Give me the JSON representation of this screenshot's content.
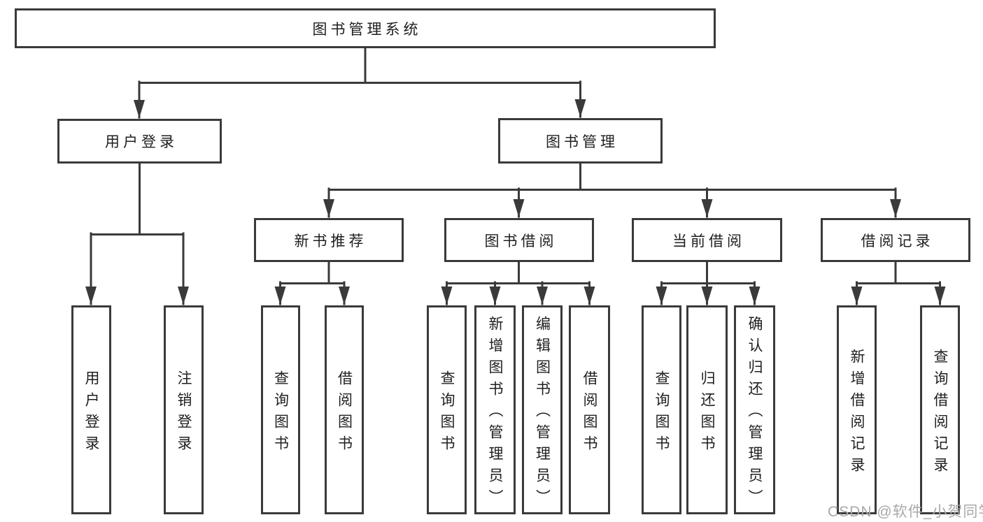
{
  "diagram": {
    "type": "hierarchy-flowchart",
    "colors": {
      "background": "#ffffff",
      "line": "#3a3a3a",
      "box_border": "#3a3a3a",
      "text": "#1f1f1f",
      "watermark": "#a9a9a9"
    },
    "nodes": {
      "root": "图书管理系统",
      "user_login": "用户登录",
      "book_management": "图书管理",
      "new_book_recommendation": "新书推荐",
      "book_borrowing": "图书借阅",
      "current_borrowing": "当前借阅",
      "borrowing_records": "借阅记录"
    },
    "leaves": [
      {
        "parent": "用户登录",
        "label": "用户登录"
      },
      {
        "parent": "用户登录",
        "label": "注销登录"
      },
      {
        "parent": "新书推荐",
        "label": "查询图书"
      },
      {
        "parent": "新书推荐",
        "label": "借阅图书"
      },
      {
        "parent": "图书借阅",
        "label": "查询图书"
      },
      {
        "parent": "图书借阅",
        "label": "新增图书（管理员）"
      },
      {
        "parent": "图书借阅",
        "label": "编辑图书（管理员）"
      },
      {
        "parent": "图书借阅",
        "label": "借阅图书"
      },
      {
        "parent": "当前借阅",
        "label": "查询图书"
      },
      {
        "parent": "当前借阅",
        "label": "归还图书"
      },
      {
        "parent": "当前借阅",
        "label": "确认归还（管理员）"
      },
      {
        "parent": "借阅记录",
        "label": "新增借阅记录"
      },
      {
        "parent": "借阅记录",
        "label": "查询借阅记录"
      }
    ],
    "watermark": "CSDN @软件_小贺同学"
  }
}
